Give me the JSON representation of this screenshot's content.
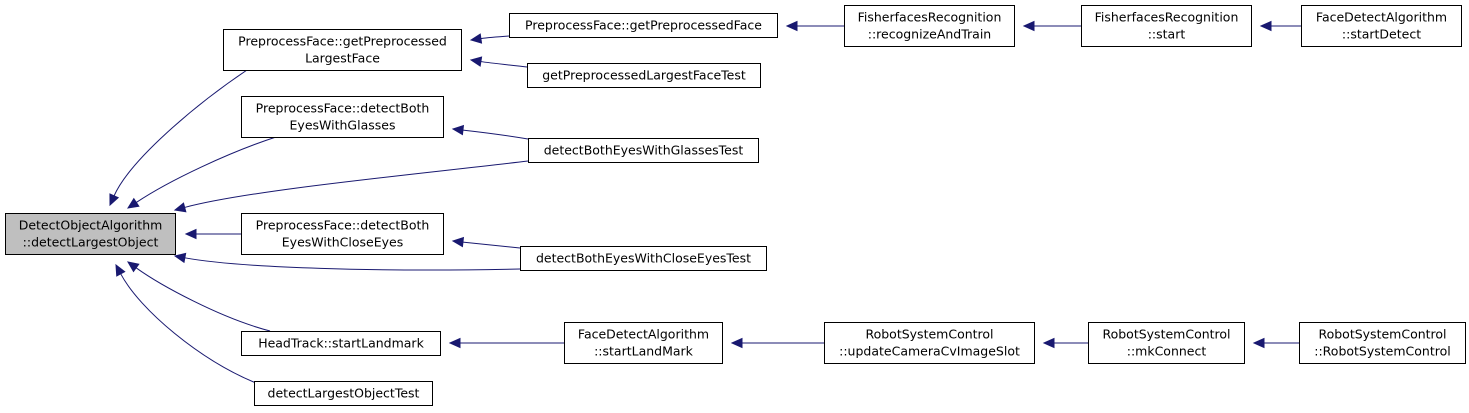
{
  "nodes": {
    "detect_largest_object": {
      "lines": [
        "DetectObjectAlgorithm",
        "::detectLargestObject"
      ],
      "root": true
    },
    "get_preprocessed_largest_face": {
      "lines": [
        "PreprocessFace::getPreprocessed",
        "LargestFace"
      ]
    },
    "detect_both_eyes_with_glasses": {
      "lines": [
        "PreprocessFace::detectBoth",
        "EyesWithGlasses"
      ]
    },
    "detect_both_eyes_with_close_eyes": {
      "lines": [
        "PreprocessFace::detectBoth",
        "EyesWithCloseEyes"
      ]
    },
    "headtrack_start_landmark": {
      "lines": [
        "HeadTrack::startLandmark"
      ]
    },
    "detect_largest_object_test": {
      "lines": [
        "detectLargestObjectTest"
      ]
    },
    "get_preprocessed_face": {
      "lines": [
        "PreprocessFace::getPreprocessedFace"
      ]
    },
    "get_preprocessed_largest_face_test": {
      "lines": [
        "getPreprocessedLargestFaceTest"
      ]
    },
    "detect_both_eyes_with_glasses_test": {
      "lines": [
        "detectBothEyesWithGlassesTest"
      ]
    },
    "detect_both_eyes_with_close_eyes_test": {
      "lines": [
        "detectBothEyesWithCloseEyesTest"
      ]
    },
    "face_detect_start_landmark": {
      "lines": [
        "FaceDetectAlgorithm",
        "::startLandMark"
      ]
    },
    "fisherfaces_recognize_and_train": {
      "lines": [
        "FisherfacesRecognition",
        "::recognizeAndTrain"
      ]
    },
    "robot_update_camera_cv_image_slot": {
      "lines": [
        "RobotSystemControl",
        "::updateCameraCvImageSlot"
      ]
    },
    "fisherfaces_start": {
      "lines": [
        "FisherfacesRecognition",
        "::start"
      ]
    },
    "robot_mk_connect": {
      "lines": [
        "RobotSystemControl",
        "::mkConnect"
      ]
    },
    "face_detect_start_detect": {
      "lines": [
        "FaceDetectAlgorithm",
        "::startDetect"
      ]
    },
    "robot_system_control_ctor": {
      "lines": [
        "RobotSystemControl",
        "::RobotSystemControl"
      ]
    }
  },
  "edges": [
    {
      "from": "get_preprocessed_largest_face",
      "to": "detect_largest_object"
    },
    {
      "from": "detect_both_eyes_with_glasses",
      "to": "detect_largest_object"
    },
    {
      "from": "detect_both_eyes_with_glasses_test",
      "to": "detect_largest_object"
    },
    {
      "from": "detect_both_eyes_with_close_eyes",
      "to": "detect_largest_object"
    },
    {
      "from": "detect_both_eyes_with_close_eyes_test",
      "to": "detect_largest_object"
    },
    {
      "from": "headtrack_start_landmark",
      "to": "detect_largest_object"
    },
    {
      "from": "detect_largest_object_test",
      "to": "detect_largest_object"
    },
    {
      "from": "get_preprocessed_face",
      "to": "get_preprocessed_largest_face"
    },
    {
      "from": "get_preprocessed_largest_face_test",
      "to": "get_preprocessed_largest_face"
    },
    {
      "from": "detect_both_eyes_with_glasses_test",
      "to": "detect_both_eyes_with_glasses"
    },
    {
      "from": "detect_both_eyes_with_close_eyes_test",
      "to": "detect_both_eyes_with_close_eyes"
    },
    {
      "from": "face_detect_start_landmark",
      "to": "headtrack_start_landmark"
    },
    {
      "from": "fisherfaces_recognize_and_train",
      "to": "get_preprocessed_face"
    },
    {
      "from": "fisherfaces_start",
      "to": "fisherfaces_recognize_and_train"
    },
    {
      "from": "face_detect_start_detect",
      "to": "fisherfaces_start"
    },
    {
      "from": "robot_update_camera_cv_image_slot",
      "to": "face_detect_start_landmark"
    },
    {
      "from": "robot_mk_connect",
      "to": "robot_update_camera_cv_image_slot"
    },
    {
      "from": "robot_system_control_ctor",
      "to": "robot_mk_connect"
    }
  ],
  "colors": {
    "edge": "#191970",
    "root_fill": "#bfbfbf",
    "node_fill": "#ffffff",
    "node_border": "#000000"
  }
}
